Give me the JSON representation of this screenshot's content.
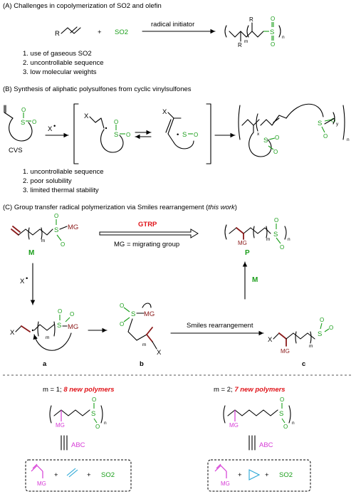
{
  "sections": {
    "a": {
      "title": "(A) Challenges in copolymerization of SO2 and olefin",
      "plus": "+",
      "so2": "SO2",
      "r": "R",
      "arrow_label": "radical initiator",
      "m_sub": "m",
      "n_sub": "n",
      "items": [
        "1. use of gaseous SO2",
        "2. uncontrollable sequence",
        "3. low molecular weights"
      ]
    },
    "b": {
      "title": "(B) Synthesis of aliphatic polysulfones from cyclic vinylsulfones",
      "cvs": "CVS",
      "x_radical": "X",
      "x_sub": "x",
      "y_sub": "y",
      "n_sub": "n",
      "items": [
        "1. uncontrollable sequence",
        "2. poor solubility",
        "3. limited thermal stability"
      ]
    },
    "c": {
      "title_prefix": "(C) Group transfer radical polymerization via Smiles rearrangement (",
      "title_italic": "this work",
      "title_suffix": ")",
      "gtrp": "GTRP",
      "mg_def": "MG = migrating group",
      "monomer_label": "M",
      "polymer_label": "P",
      "m_arrow_label": "M",
      "x_radical": "X",
      "mg": "MG",
      "m_sub": "m",
      "n_sub": "n",
      "smiles": "Smiles rearrangement",
      "int_a": "a",
      "int_b": "b",
      "int_c": "c"
    },
    "bottom_left": {
      "m_text": "m = 1; ",
      "polymers": "8 new polymers",
      "mg": "MG",
      "n_sub": "n",
      "abc": "ABC",
      "plus1": "+",
      "plus2": "+",
      "so2": "SO2"
    },
    "bottom_right": {
      "m_text": "m = 2; ",
      "polymers": "7 new polymers",
      "mg": "MG",
      "n_sub": "n",
      "abc": "ABC",
      "plus1": "+",
      "plus2": "+",
      "so2": "SO2"
    }
  },
  "colors": {
    "sulfone": "#1a9e1a",
    "highlight": "#e0141a",
    "migrating": "#d63bd6",
    "new_bond": "#8b1a1a",
    "cyclopropane": "#2aa7d6"
  }
}
